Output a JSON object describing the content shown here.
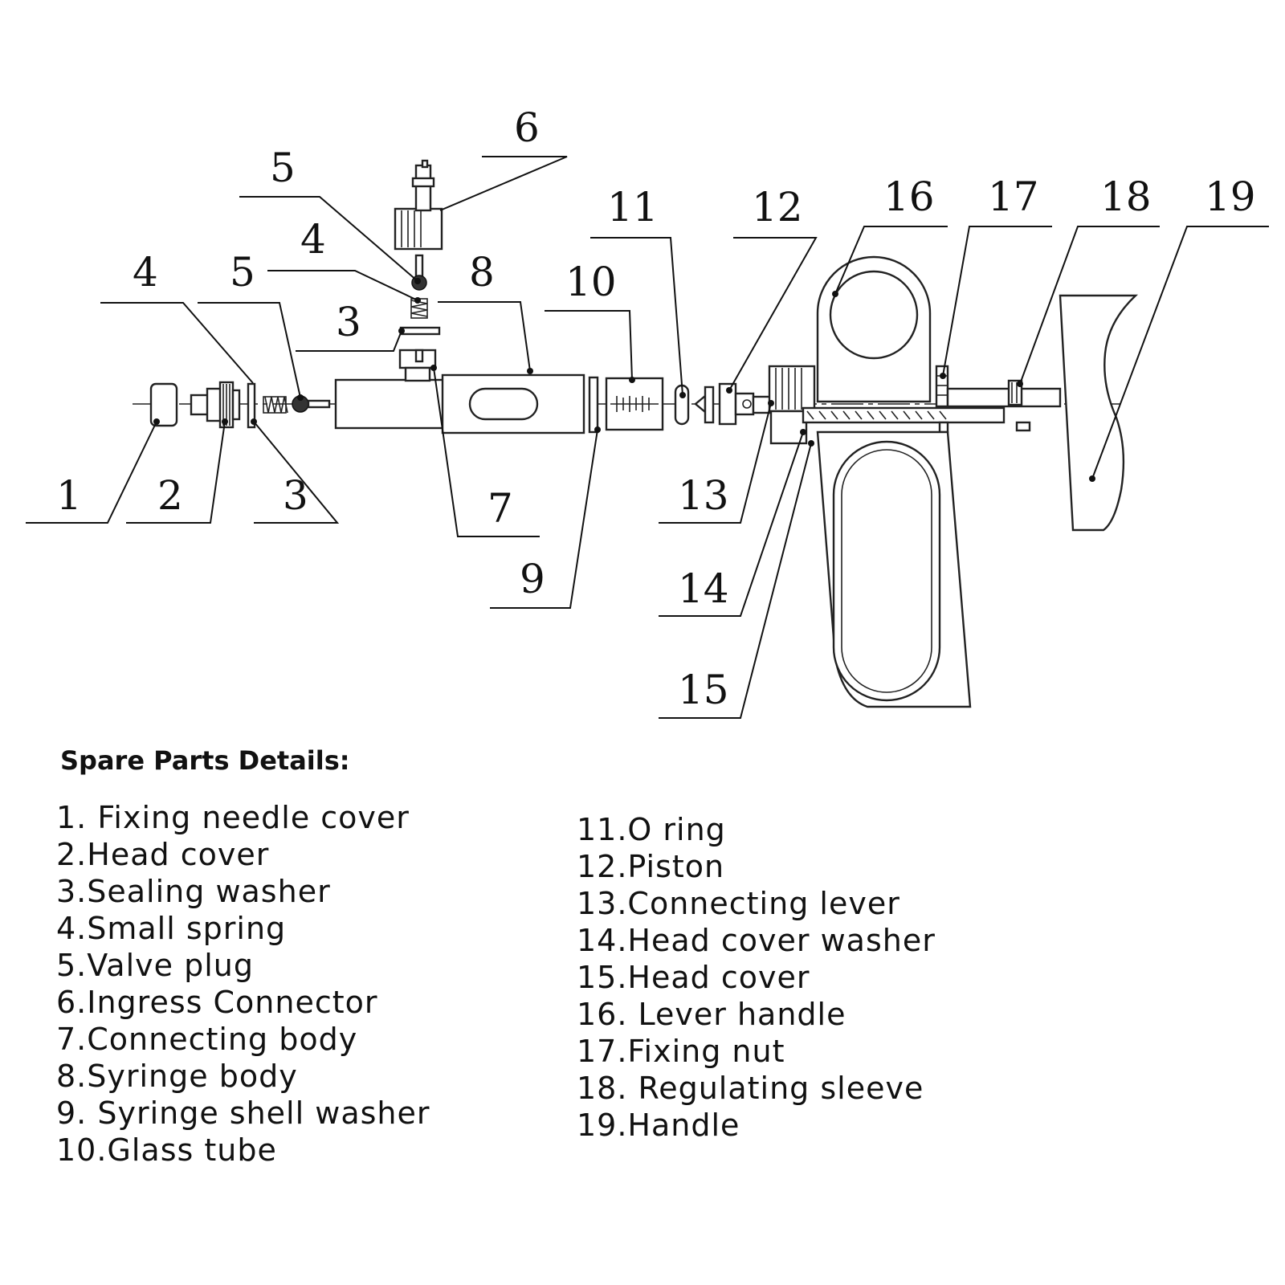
{
  "diagram": {
    "callouts": {
      "c1": "1",
      "c2": "2",
      "c3a": "3",
      "c3b": "3",
      "c4a": "4",
      "c4b": "4",
      "c5a": "5",
      "c5b": "5",
      "c6": "6",
      "c7": "7",
      "c8": "8",
      "c9": "9",
      "c10": "10",
      "c11": "11",
      "c12": "12",
      "c13": "13",
      "c14": "14",
      "c15": "15",
      "c16": "16",
      "c17": "17",
      "c18": "18",
      "c19": "19"
    }
  },
  "spare_parts": {
    "heading": "Spare Parts Details:",
    "left_items": [
      "1. Fixing needle cover",
      "2.Head cover",
      "3.Sealing washer",
      "4.Small spring",
      "5.Valve plug",
      "6.Ingress  Connector",
      "7.Connecting  body",
      "8.Syringe  body",
      "9. Syringe  shell  washer",
      "10.Glass  tube"
    ],
    "right_items": [
      "11.O  ring",
      "12.Piston",
      "13.Connecting  lever",
      "14.Head  cover  washer",
      "15.Head cover",
      "16. Lever handle",
      "17.Fixing nut",
      "18. Regulating sleeve",
      "19.Handle"
    ]
  }
}
